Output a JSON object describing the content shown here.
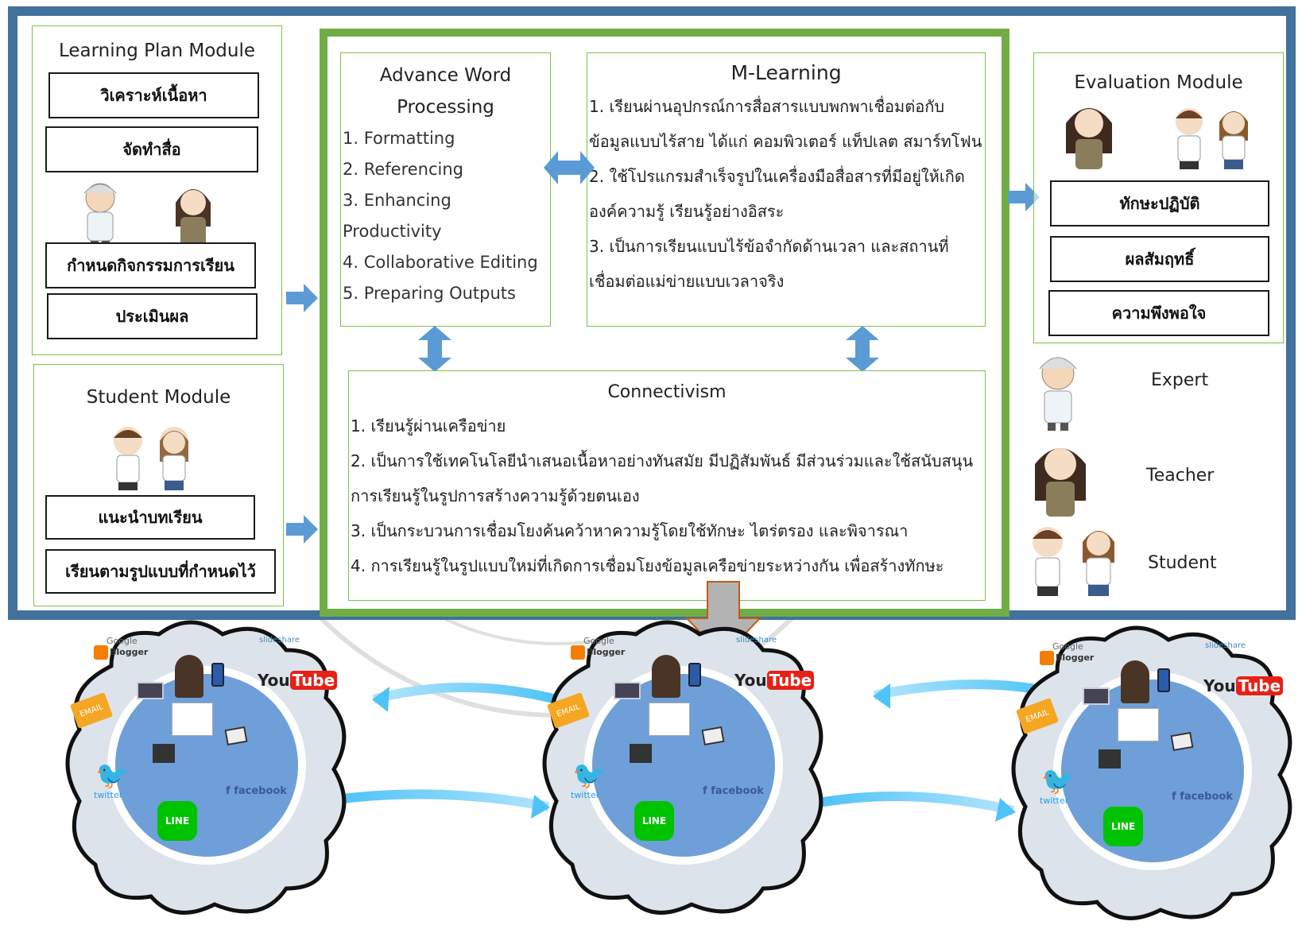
{
  "learning_plan": {
    "title": "Learning Plan Module",
    "items": [
      "วิเคราะห์เนื้อหา",
      "จัดทำสื่อ",
      "กำหนดกิจกรรมการเรียน",
      "ประเมินผล"
    ]
  },
  "student_module": {
    "title": "Student Module",
    "items": [
      "แนะนำบทเรียน",
      "เรียนตามรูปแบบที่กำหนดไว้"
    ]
  },
  "word_processing": {
    "title_line1": "Advance Word",
    "title_line2": "Processing",
    "items": [
      "1. Formatting",
      "2. Referencing",
      "3. Enhancing",
      "Productivity",
      "4. Collaborative Editing",
      "5. Preparing Outputs"
    ]
  },
  "m_learning": {
    "title": "M-Learning",
    "lines": [
      "1. เรียนผ่านอุปกรณ์การสื่อสารแบบพกพาเชื่อมต่อกับ",
      "ข้อมูลแบบไร้สาย ได้แก่ คอมพิวเตอร์ แท็ปเลต สมาร์ทโฟน",
      "2. ใช้โปรแกรมสำเร็จรูปในเครื่องมือสื่อสารที่มีอยู่ให้เกิด",
      "องค์ความรู้ เรียนรู้อย่างอิสระ",
      "3. เป็นการเรียนแบบไร้ข้อจำกัดด้านเวลา และสถานที่",
      "เชื่อมต่อแม่ข่ายแบบเวลาจริง"
    ]
  },
  "connectivism": {
    "title": "Connectivism",
    "lines": [
      "1. เรียนรู้ผ่านเครือข่าย",
      "2. เป็นการใช้เทคโนโลยีนำเสนอเนื้อหาอย่างทันสมัย มีปฏิสัมพันธ์ มีส่วนร่วมและใช้สนับสนุน",
      "การเรียนรู้ในรูปการสร้างความรู้ด้วยตนเอง",
      "3. เป็นกระบวนการเชื่อมโยงค้นคว้าหาความรู้โดยใช้ทักษะ ไตร่ตรอง และพิจารณา",
      "4. การเรียนรู้ในรูปแบบใหม่ที่เกิดการเชื่อมโยงข้อมูลเครือข่ายระหว่างกัน เพื่อสร้างทักษะ"
    ]
  },
  "evaluation": {
    "title": "Evaluation Module",
    "items": [
      "ทักษะปฏิบัติ",
      "ผลสัมฤทธิ์",
      "ความพึงพอใจ"
    ]
  },
  "legend": {
    "expert": "Expert",
    "teacher": "Teacher",
    "student": "Student"
  },
  "cloud": {
    "google": "Google",
    "blogger": "Blogger",
    "slideshare": "slideshare",
    "you": "You",
    "tube": "Tube",
    "email": "EMAIL",
    "twitter": "twitter",
    "facebook": "facebook",
    "line": "LINE"
  },
  "colors": {
    "frame": "#41719c",
    "green": "#70ad47",
    "arrow": "#5b9bd5",
    "cloud_fill": "#dde3ea",
    "cloud_inner": "#6f9fd8"
  }
}
